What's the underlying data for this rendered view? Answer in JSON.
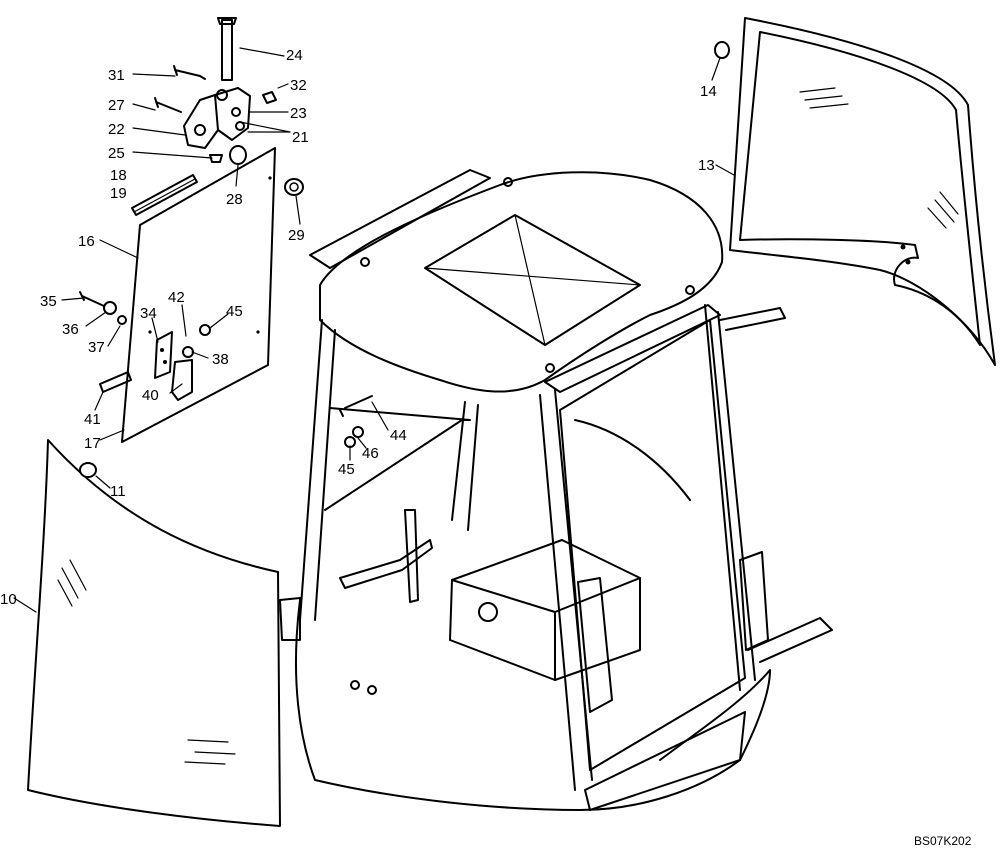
{
  "drawing_code": "BS07K202",
  "callouts": [
    {
      "n": "24"
    },
    {
      "n": "31"
    },
    {
      "n": "32"
    },
    {
      "n": "27"
    },
    {
      "n": "23"
    },
    {
      "n": "22"
    },
    {
      "n": "21"
    },
    {
      "n": "25"
    },
    {
      "n": "28"
    },
    {
      "n": "18"
    },
    {
      "n": "19"
    },
    {
      "n": "29"
    },
    {
      "n": "16"
    },
    {
      "n": "35"
    },
    {
      "n": "42"
    },
    {
      "n": "45"
    },
    {
      "n": "34"
    },
    {
      "n": "36"
    },
    {
      "n": "37"
    },
    {
      "n": "38"
    },
    {
      "n": "40"
    },
    {
      "n": "41"
    },
    {
      "n": "17"
    },
    {
      "n": "11"
    },
    {
      "n": "10"
    },
    {
      "n": "14"
    },
    {
      "n": "13"
    },
    {
      "n": "44"
    },
    {
      "n": "46"
    },
    {
      "n": "45"
    }
  ]
}
